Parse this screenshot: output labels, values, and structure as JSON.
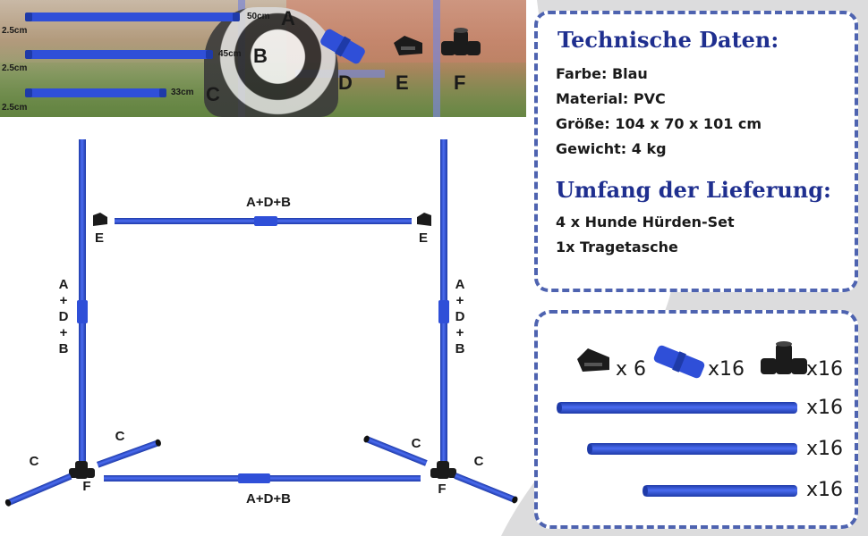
{
  "parts": {
    "diameter": "2.5cm",
    "tube_a": {
      "length": "50cm",
      "letter": "A"
    },
    "tube_b": {
      "length": "45cm",
      "letter": "B"
    },
    "tube_c": {
      "length": "33cm",
      "letter": "C"
    },
    "connector_d": "D",
    "clip_e": "E",
    "joint_f": "F"
  },
  "diagram": {
    "top_bar_label": "A+D+B",
    "bottom_bar_label": "A+D+B",
    "side_label_lines": [
      "A",
      "+",
      "D",
      "+",
      "B"
    ],
    "clip_label": "E",
    "joint_label": "F",
    "foot_label": "C"
  },
  "technical": {
    "title": "Technische Daten:",
    "color": "Farbe: Blau",
    "material": "Material: PVC",
    "size": "Größe: 104 x 70 x 101 cm",
    "weight": "Gewicht: 4 kg"
  },
  "delivery": {
    "title": "Umfang der Lieferung:",
    "item1": "4 x Hunde Hürden-Set",
    "item2": "1x Tragetasche"
  },
  "contents": {
    "clip_qty": "x 6",
    "connector_qty": "x16",
    "joint_qty": "x16",
    "long_tube_qty": "x16",
    "mid_tube_qty": "x16",
    "short_tube_qty": "x16"
  },
  "colors": {
    "tube": "#2f4fd8",
    "frame": "#4e63b0",
    "title": "#1f2f8f"
  }
}
